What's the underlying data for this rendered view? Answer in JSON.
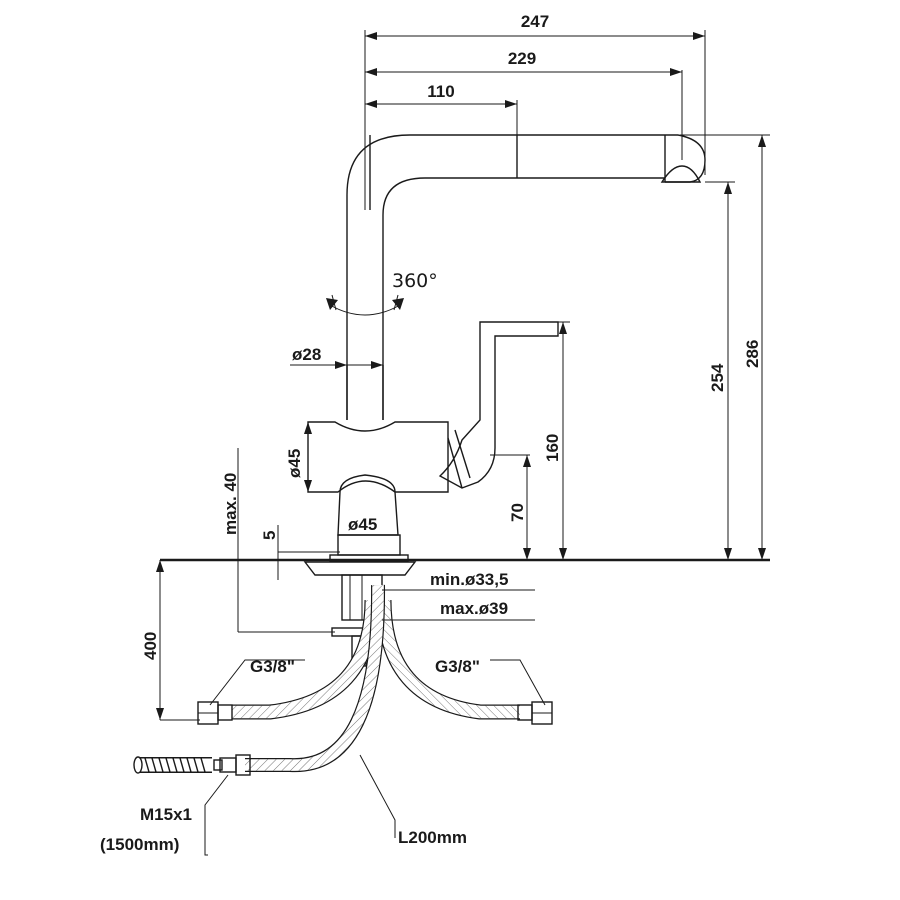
{
  "dimensions": {
    "spout_reach_overall": "247",
    "spout_reach_mid": "229",
    "spout_reach_short": "110",
    "height_total": "286",
    "height_outlet": "254",
    "height_lever": "160",
    "height_lower": "70",
    "pipe_diameter": "ø28",
    "body_diameter": "ø45",
    "base_diameter": "ø45",
    "max_deck": "max. 40",
    "base_thickness": "5",
    "below_deck": "400",
    "hole_min": "min.ø33,5",
    "hole_max": "max.ø39",
    "thread_left": "G3/8\"",
    "thread_right": "G3/8\"",
    "hose_thread": "M15x1",
    "hose_length": "(1500mm)",
    "supply_length": "L200mm",
    "rotation": "360°"
  },
  "colors": {
    "line": "#1a1a1a",
    "background": "#ffffff"
  }
}
